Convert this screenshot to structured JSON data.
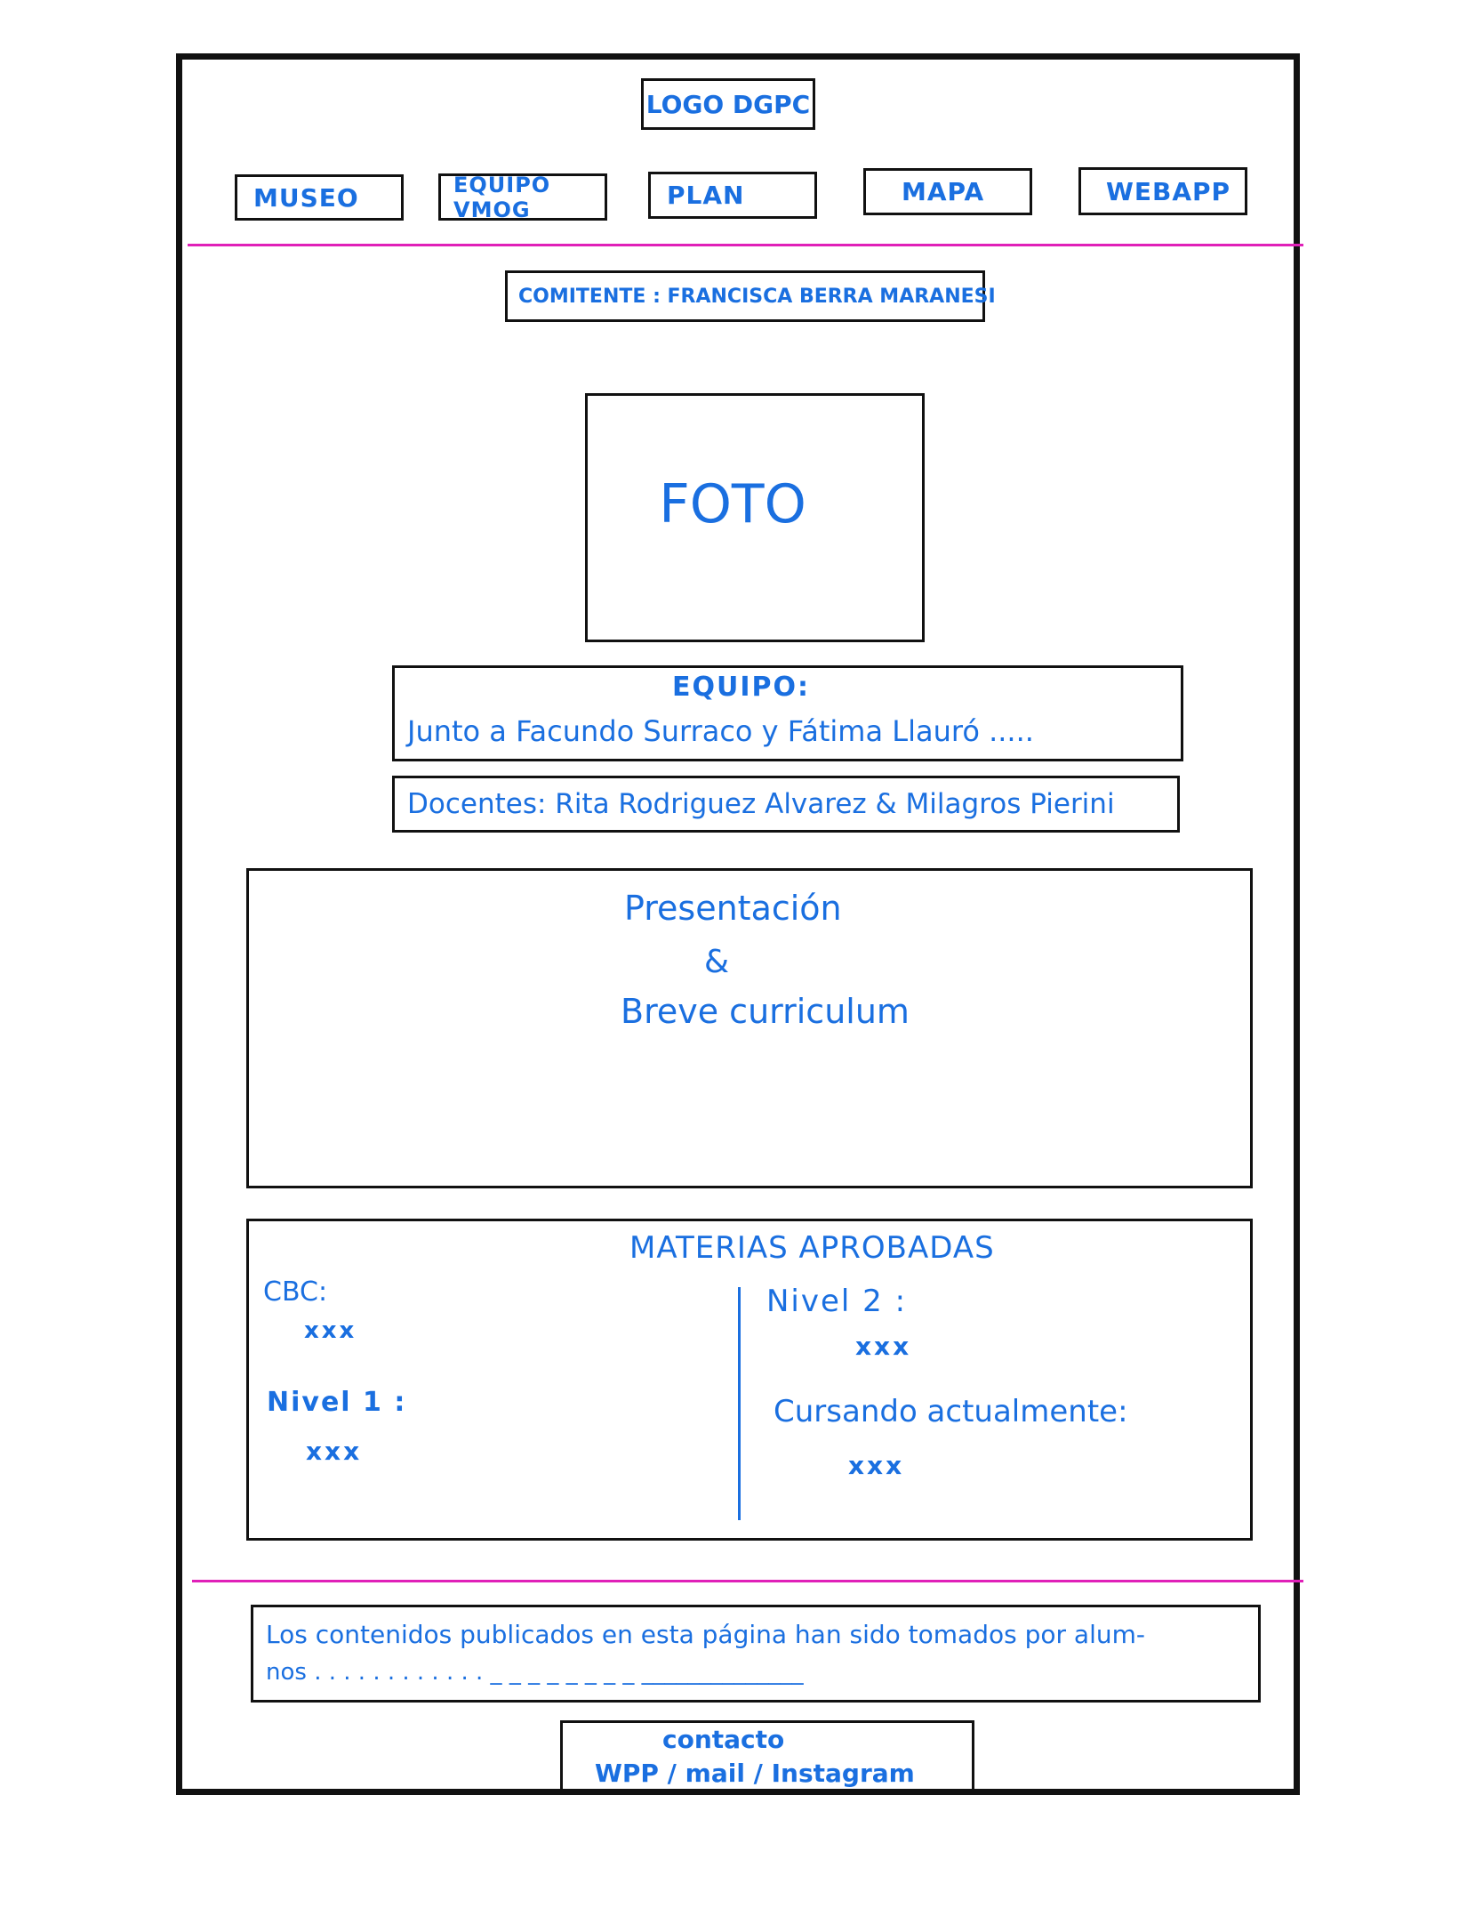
{
  "header": {
    "logo": "LOGO DGPC",
    "nav": [
      "MUSEO",
      "EQUIPO VMOG",
      "PLAN",
      "MAPA",
      "WEBAPP"
    ]
  },
  "comitente": "COMITENTE : FRANCISCA BERRA MARANESI",
  "photo": "FOTO",
  "team": {
    "title": "EQUIPO:",
    "text": "Junto a Facundo Surraco y Fátima Llauró ....."
  },
  "docentes": "Docentes: Rita Rodriguez Alvarez & Milagros Pierini",
  "presentation": {
    "line1": "Presentación",
    "line2": "&",
    "line3": "Breve curriculum"
  },
  "materias": {
    "title": "MATERIAS APROBADAS",
    "cbc_label": "CBC:",
    "cbc_value": "xxx",
    "nivel1_label": "Nivel 1 :",
    "nivel1_value": "xxx",
    "nivel2_label": "Nivel 2 :",
    "nivel2_value": "xxx",
    "cursando_label": "Cursando actualmente:",
    "cursando_value": "xxx"
  },
  "disclaimer": {
    "line1": "Los contenidos publicados en esta página han sido tomados por alum-",
    "line2": "nos . . . . . . . . . . . . _ _ _ _ _ _ _ _ ______________"
  },
  "contact": {
    "title": "contacto",
    "links": "WPP / mail / Instagram"
  },
  "colors": {
    "ink": "#1a6fe0",
    "divider": "#e020b8",
    "frame": "#111111"
  }
}
